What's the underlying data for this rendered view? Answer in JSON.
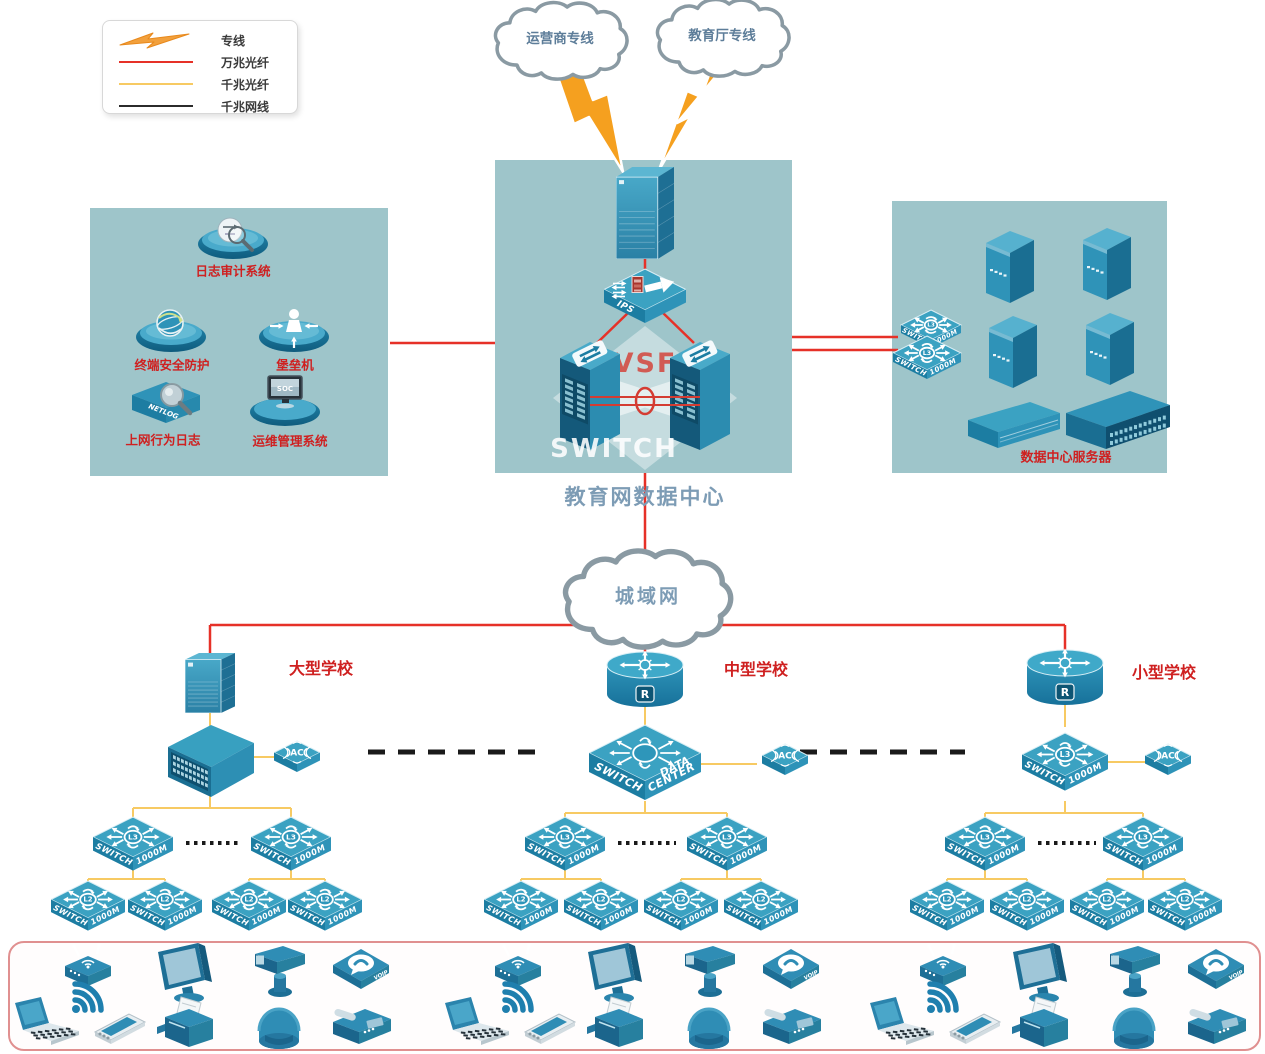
{
  "legend": {
    "items": [
      {
        "icon": "lightning",
        "label": "专线"
      },
      {
        "icon": "line-red",
        "label": "万兆光纤"
      },
      {
        "icon": "line-yellow",
        "label": "千兆光纤"
      },
      {
        "icon": "line-black",
        "label": "千兆网线"
      }
    ]
  },
  "clouds": {
    "isp": "运营商专线",
    "edu": "教育厅专线",
    "metro": "城域网"
  },
  "zones": {
    "datacenter_label": "教育网数据中心",
    "servers_label": "数据中心服务器"
  },
  "security": {
    "log_audit": "日志审计系统",
    "terminal": "终端安全防护",
    "bastion": "堡垒机",
    "netlog": "上网行为日志",
    "netlog_badge": "NETLOG",
    "ops": "运维管理系统",
    "soc_badge": "SOC"
  },
  "schools": {
    "large": "大型学校",
    "medium": "中型学校",
    "small": "小型学校"
  },
  "device_text": {
    "switch": "SWITCH",
    "speed": "1000M",
    "l3": "L3",
    "l2": "L2",
    "ac": "AC",
    "ips": "IPS",
    "router_r": "R",
    "vsf": "VSF",
    "dc1": "DATA",
    "dc2": "CENTER",
    "voip": "VOIP"
  },
  "colors": {
    "line_red": "#e63128",
    "line_yellow": "#f7ca63",
    "line_black": "#2b2b2b",
    "zone_fill": "#9ec5ca",
    "label_red": "#cf2020",
    "label_blue": "#7d9cb5"
  }
}
